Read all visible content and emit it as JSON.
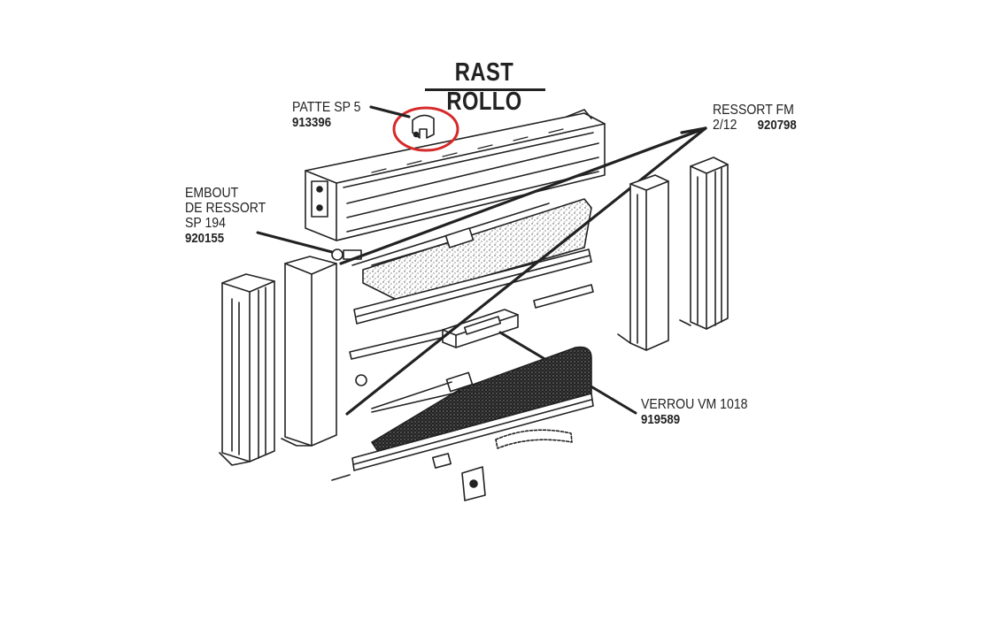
{
  "title": "RAST ROLLO",
  "highlight_color": "#d62a2a",
  "ink_color": "#222222",
  "labels": {
    "patte": {
      "name": "PATTE SP 5",
      "code": "913396"
    },
    "ressort": {
      "name_line1": "RESSORT FM",
      "name_line2": "2/12",
      "code": "920798"
    },
    "embout": {
      "name_line1": "EMBOUT",
      "name_line2": "DE RESSORT",
      "name_line3": "SP 194",
      "code": "920155"
    },
    "verrou": {
      "name": "VERROU VM 1018",
      "code": "919589"
    }
  }
}
